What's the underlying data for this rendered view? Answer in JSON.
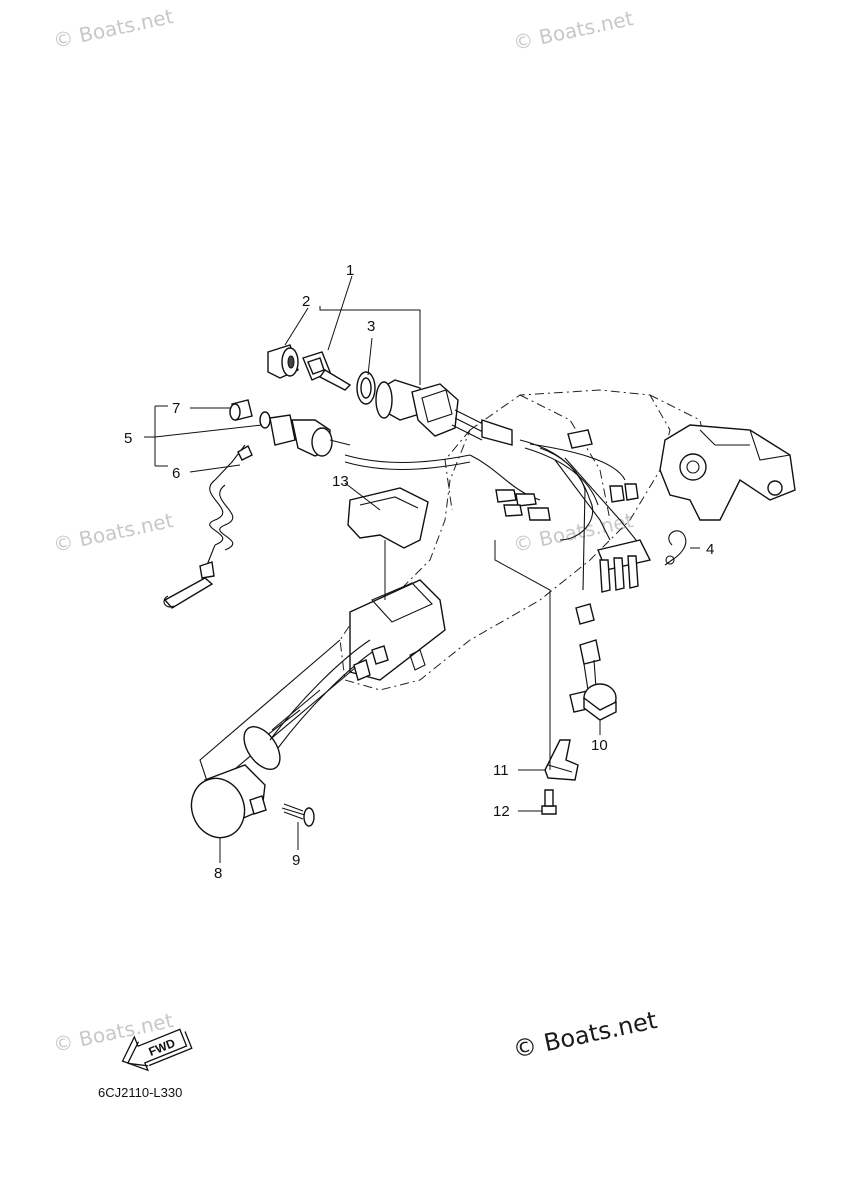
{
  "watermarks": {
    "top_left": "© Boats.net",
    "top_right": "© Boats.net",
    "mid_left": "© Boats.net",
    "mid_center": "© Boats.net",
    "bottom_left": "© Boats.net",
    "main": "© Boats.net"
  },
  "callouts": {
    "c1": "1",
    "c2": "2",
    "c3": "3",
    "c4": "4",
    "c5": "5",
    "c6": "6",
    "c7": "7",
    "c8": "8",
    "c9": "9",
    "c10": "10",
    "c11": "11",
    "c12": "12",
    "c13": "13"
  },
  "direction_badge": "FWD",
  "diagram_code": "6CJ2110-L330"
}
